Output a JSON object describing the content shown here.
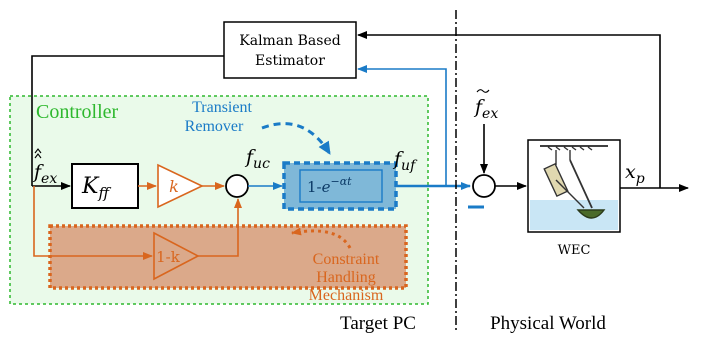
{
  "colors": {
    "black": "#000000",
    "blue": "#1a7bc7",
    "orange": "#d9661e",
    "green": "#2eb82e",
    "controller_fill": "#eafaea",
    "remover_fill": "#7fb8d8",
    "constraint_fill": "#dba98a",
    "water": "#c9e6f5",
    "wec_body": "#e0d8b0",
    "float": "#4a6a2a"
  },
  "estimator": {
    "line1": "Kalman Based",
    "line2": "Estimator"
  },
  "controller": {
    "label": "Controller"
  },
  "transient": {
    "line1": "Transient",
    "line2": "Remover",
    "block_text_prefix": "1-",
    "block_text_base": "e",
    "block_text_exp": "−αt"
  },
  "gains": {
    "kff_main": "K",
    "kff_sub": "ff",
    "k": "k",
    "one_minus_k": "1-k"
  },
  "signals": {
    "f_ex_hat": "f",
    "f_ex_hat_sub": "ex",
    "f_uc": "f",
    "f_uc_sub": "uc",
    "f_uf": "f",
    "f_uf_sub": "uf",
    "f_ex_tilde": "f",
    "f_ex_tilde_sub": "ex",
    "x_p": "x",
    "x_p_sub": "p",
    "minus_sign": "−"
  },
  "constraint": {
    "line1": "Constraint",
    "line2": "Handling",
    "line3": "Mechanism"
  },
  "wec": {
    "label": "WEC"
  },
  "regions": {
    "target_pc": "Target PC",
    "physical_world": "Physical World"
  }
}
